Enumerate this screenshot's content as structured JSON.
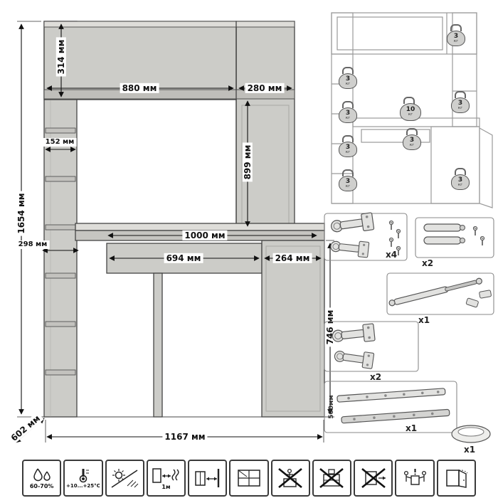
{
  "dims": {
    "total_height": "1654 мм",
    "top_cabinet_height": "314 мм",
    "top_cabinet_width": "880 мм",
    "top_right_width": "280 мм",
    "right_column_height": "899 мм",
    "shelf_depth": "152 мм",
    "lower_shelf_depth": "298 мм",
    "desk_top_width": "1000 мм",
    "drawer_width": "694 мм",
    "pedestal_width": "264 мм",
    "desk_height": "746 мм",
    "depth": "602 мм",
    "total_width": "1167 мм"
  },
  "load": {
    "unit": "кг",
    "weights": [
      "3",
      "3",
      "3",
      "3",
      "3",
      "10",
      "3",
      "3",
      "3"
    ]
  },
  "hardware": {
    "hinges_top": {
      "qty": "x4"
    },
    "dampers": {
      "qty": "x2"
    },
    "gas_lift": {
      "qty": "x1"
    },
    "hinges_bottom": {
      "qty": "x2"
    },
    "slides": {
      "qty": "x1",
      "length": "500мм"
    },
    "grommet": {
      "qty": "x1"
    }
  },
  "care": {
    "humidity": "60-70%",
    "temperature": "+10...+25°C",
    "heater_distance": "1м"
  }
}
